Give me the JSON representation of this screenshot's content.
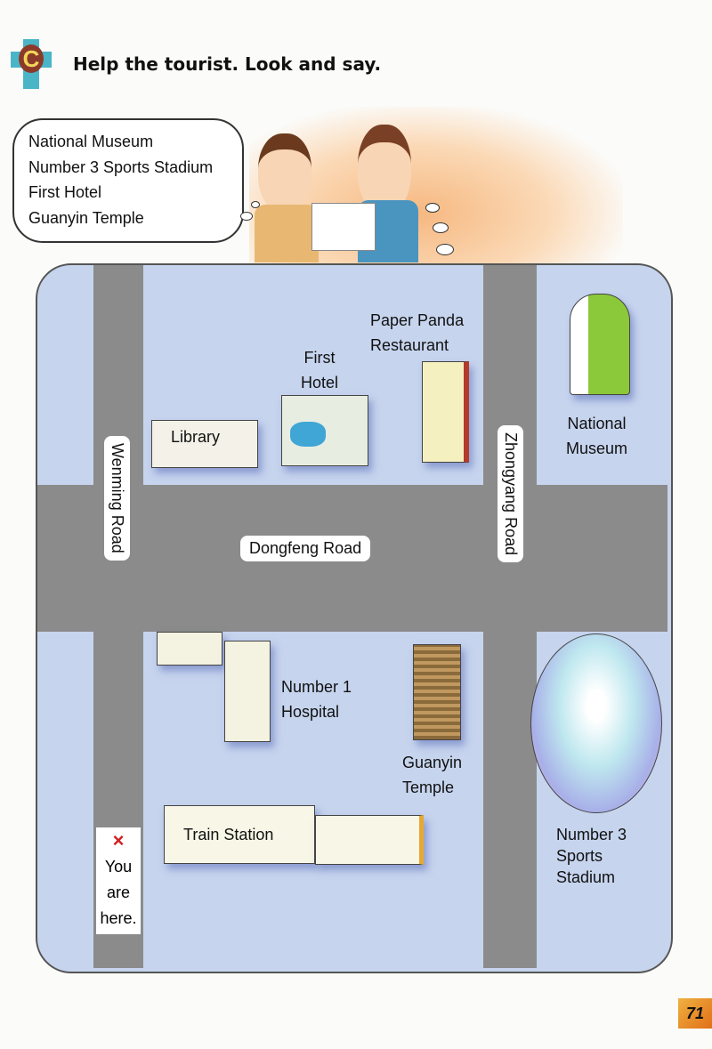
{
  "header": {
    "badge_letter": "C",
    "instruction": "Help the tourist. Look and say."
  },
  "thought_bubble": {
    "items": [
      "National Museum",
      "Number 3 Sports Stadium",
      "First Hotel",
      "Guanyin Temple"
    ]
  },
  "roads": {
    "wenming": "Wenming Road",
    "zhongyang": "Zhongyang Road",
    "dongfeng": "Dongfeng Road"
  },
  "places": {
    "library": "Library",
    "first_hotel": [
      "First",
      "Hotel"
    ],
    "paper_panda": [
      "Paper Panda",
      "Restaurant"
    ],
    "national_museum": [
      "National",
      "Museum"
    ],
    "hospital": [
      "Number 1",
      "Hospital"
    ],
    "temple": [
      "Guanyin",
      "Temple"
    ],
    "train_station": "Train Station",
    "stadium": [
      "Number 3",
      "Sports",
      "Stadium"
    ]
  },
  "you_are_here": {
    "mark": "×",
    "lines": [
      "You",
      "are",
      "here."
    ]
  },
  "page_number": "71"
}
